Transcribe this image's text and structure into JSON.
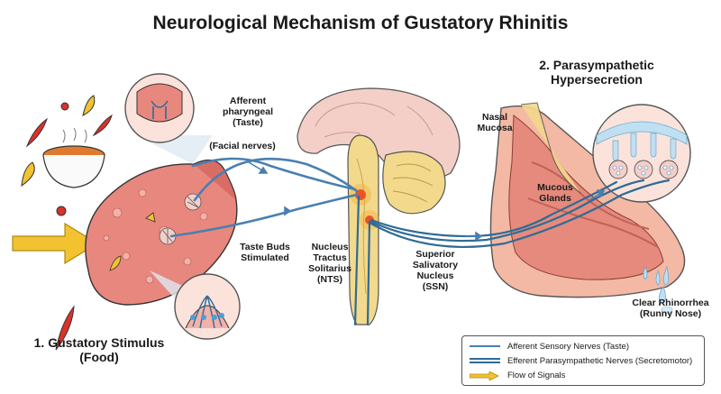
{
  "title": "Neurological Mechanism of Gustatory Rhinitis",
  "labels": {
    "afferent_pharyngeal": [
      "Afferent",
      "pharyngeal",
      "(Taste)"
    ],
    "facial_nerves": "(Facial nerves)",
    "taste_buds": [
      "Taste Buds",
      "Stimulated"
    ],
    "nts": [
      "Nucleus",
      "Tractus",
      "Solitarius",
      "(NTS)"
    ],
    "ssn": [
      "Superior",
      "Salivatory",
      "Nucleus",
      "(SSN)"
    ],
    "nasal_mucosa": [
      "Nasal",
      "Mucosa"
    ],
    "mucous_glands": [
      "Mucous",
      "Glands"
    ],
    "parasympathetic": [
      "2. Parasympathetic",
      "Hypersecretion"
    ],
    "gustatory": [
      "1. Gustatory Stimulus",
      "(Food)"
    ],
    "rhinorrhea": [
      "Clear Rhinorrhea",
      "(Runny Nose)"
    ]
  },
  "legend": [
    {
      "label": "Afferent Sensory Nerves (Taste)",
      "color": "#4a7fb0"
    },
    {
      "label": "Efferent Parasympathetic Nerves (Secretomotor)",
      "color": "#2f6b96"
    },
    {
      "label": "Flow of Signals",
      "color": "#f2c230"
    }
  ],
  "colors": {
    "nerve": "#4a7fb0",
    "arrow": "#f2c230",
    "tongue": "#e8877e",
    "brain": "#f4cfc8",
    "spine": "#f2d98c",
    "nose_skin": "#f3b9a4",
    "mucosa": "#e58a7c",
    "fluid": "#bfe0f2"
  }
}
